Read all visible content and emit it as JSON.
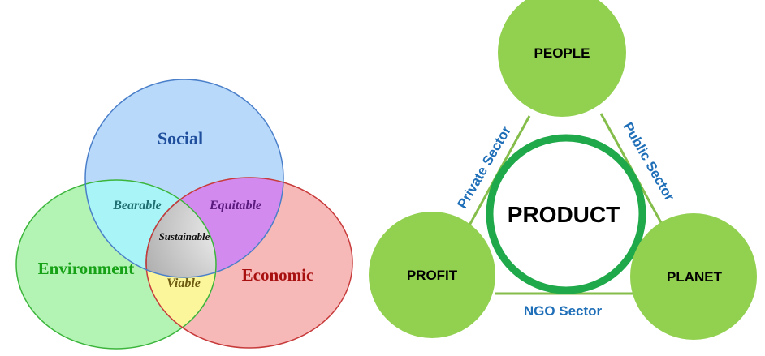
{
  "venn": {
    "circles": [
      {
        "label": "Social",
        "fill": "#b9d9fb",
        "stroke": "#4a7fc9",
        "text_color": "#1f4f9c"
      },
      {
        "label": "Environment",
        "fill": "#b3f3b3",
        "stroke": "#3bb53b",
        "text_color": "#17a117"
      },
      {
        "label": "Economic",
        "fill": "#f7b8b8",
        "stroke": "#c83b3b",
        "text_color": "#a80f0f"
      }
    ],
    "intersections": {
      "social_environment": {
        "label": "Bearable",
        "fill": "#a8f4f6",
        "text_color": "#1f6f72"
      },
      "social_economic": {
        "label": "Equitable",
        "fill": "#d28aef",
        "text_color": "#5a1a7d"
      },
      "environment_economic": {
        "label": "Viable",
        "fill": "#fbf59b",
        "text_color": "#6b5a10"
      },
      "center": {
        "label": "Sustainable",
        "fill": "#cfcfcf",
        "text_color": "#111111"
      }
    }
  },
  "triangle": {
    "center_label": "PRODUCT",
    "ring_color": "#1fa94a",
    "node_color": "#92d050",
    "edge_color": "#84bd4a",
    "edge_text_color": "#1f6fb8",
    "nodes": {
      "people": "PEOPLE",
      "profit": "PROFIT",
      "planet": "PLANET"
    },
    "edges": {
      "left": "Private Sector",
      "right": "Public Sector",
      "bottom": "NGO Sector"
    }
  }
}
